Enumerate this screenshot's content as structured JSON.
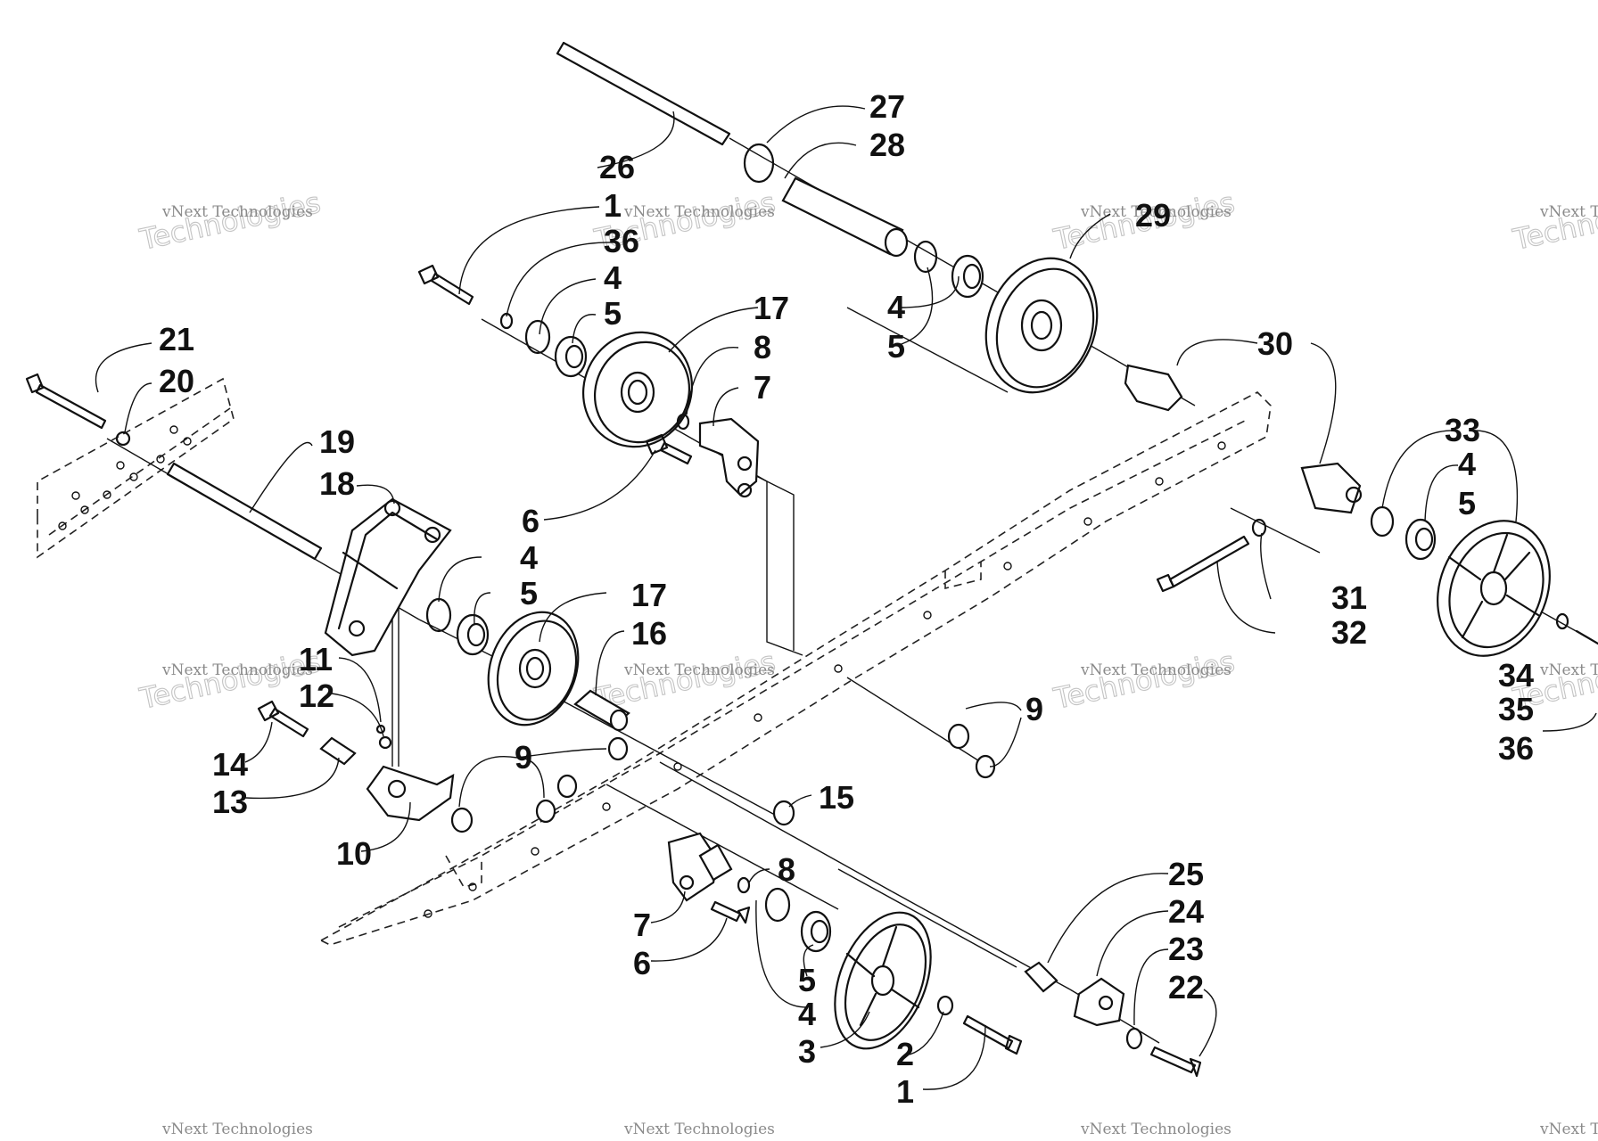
{
  "diagram": {
    "watermark": {
      "line1": "vNext Technologies",
      "line2": "Technologies"
    },
    "callouts": {
      "c1a": "1",
      "c1b": "1",
      "c2": "2",
      "c3": "3",
      "c4a": "4",
      "c4b": "4",
      "c4c": "4",
      "c4d": "4",
      "c4e": "4",
      "c5a": "5",
      "c5b": "5",
      "c5c": "5",
      "c5d": "5",
      "c5e": "5",
      "c6a": "6",
      "c6b": "6",
      "c7a": "7",
      "c7b": "7",
      "c8a": "8",
      "c8b": "8",
      "c9a": "9",
      "c9b": "9",
      "c10": "10",
      "c11": "11",
      "c12": "12",
      "c13": "13",
      "c14": "14",
      "c15": "15",
      "c16": "16",
      "c17a": "17",
      "c17b": "17",
      "c18": "18",
      "c19": "19",
      "c20": "20",
      "c21": "21",
      "c22": "22",
      "c23": "23",
      "c24": "24",
      "c25": "25",
      "c26": "26",
      "c27": "27",
      "c28": "28",
      "c29": "29",
      "c30": "30",
      "c31": "31",
      "c32": "32",
      "c33": "33",
      "c34": "34",
      "c35": "35",
      "c36a": "36",
      "c36b": "36"
    }
  }
}
